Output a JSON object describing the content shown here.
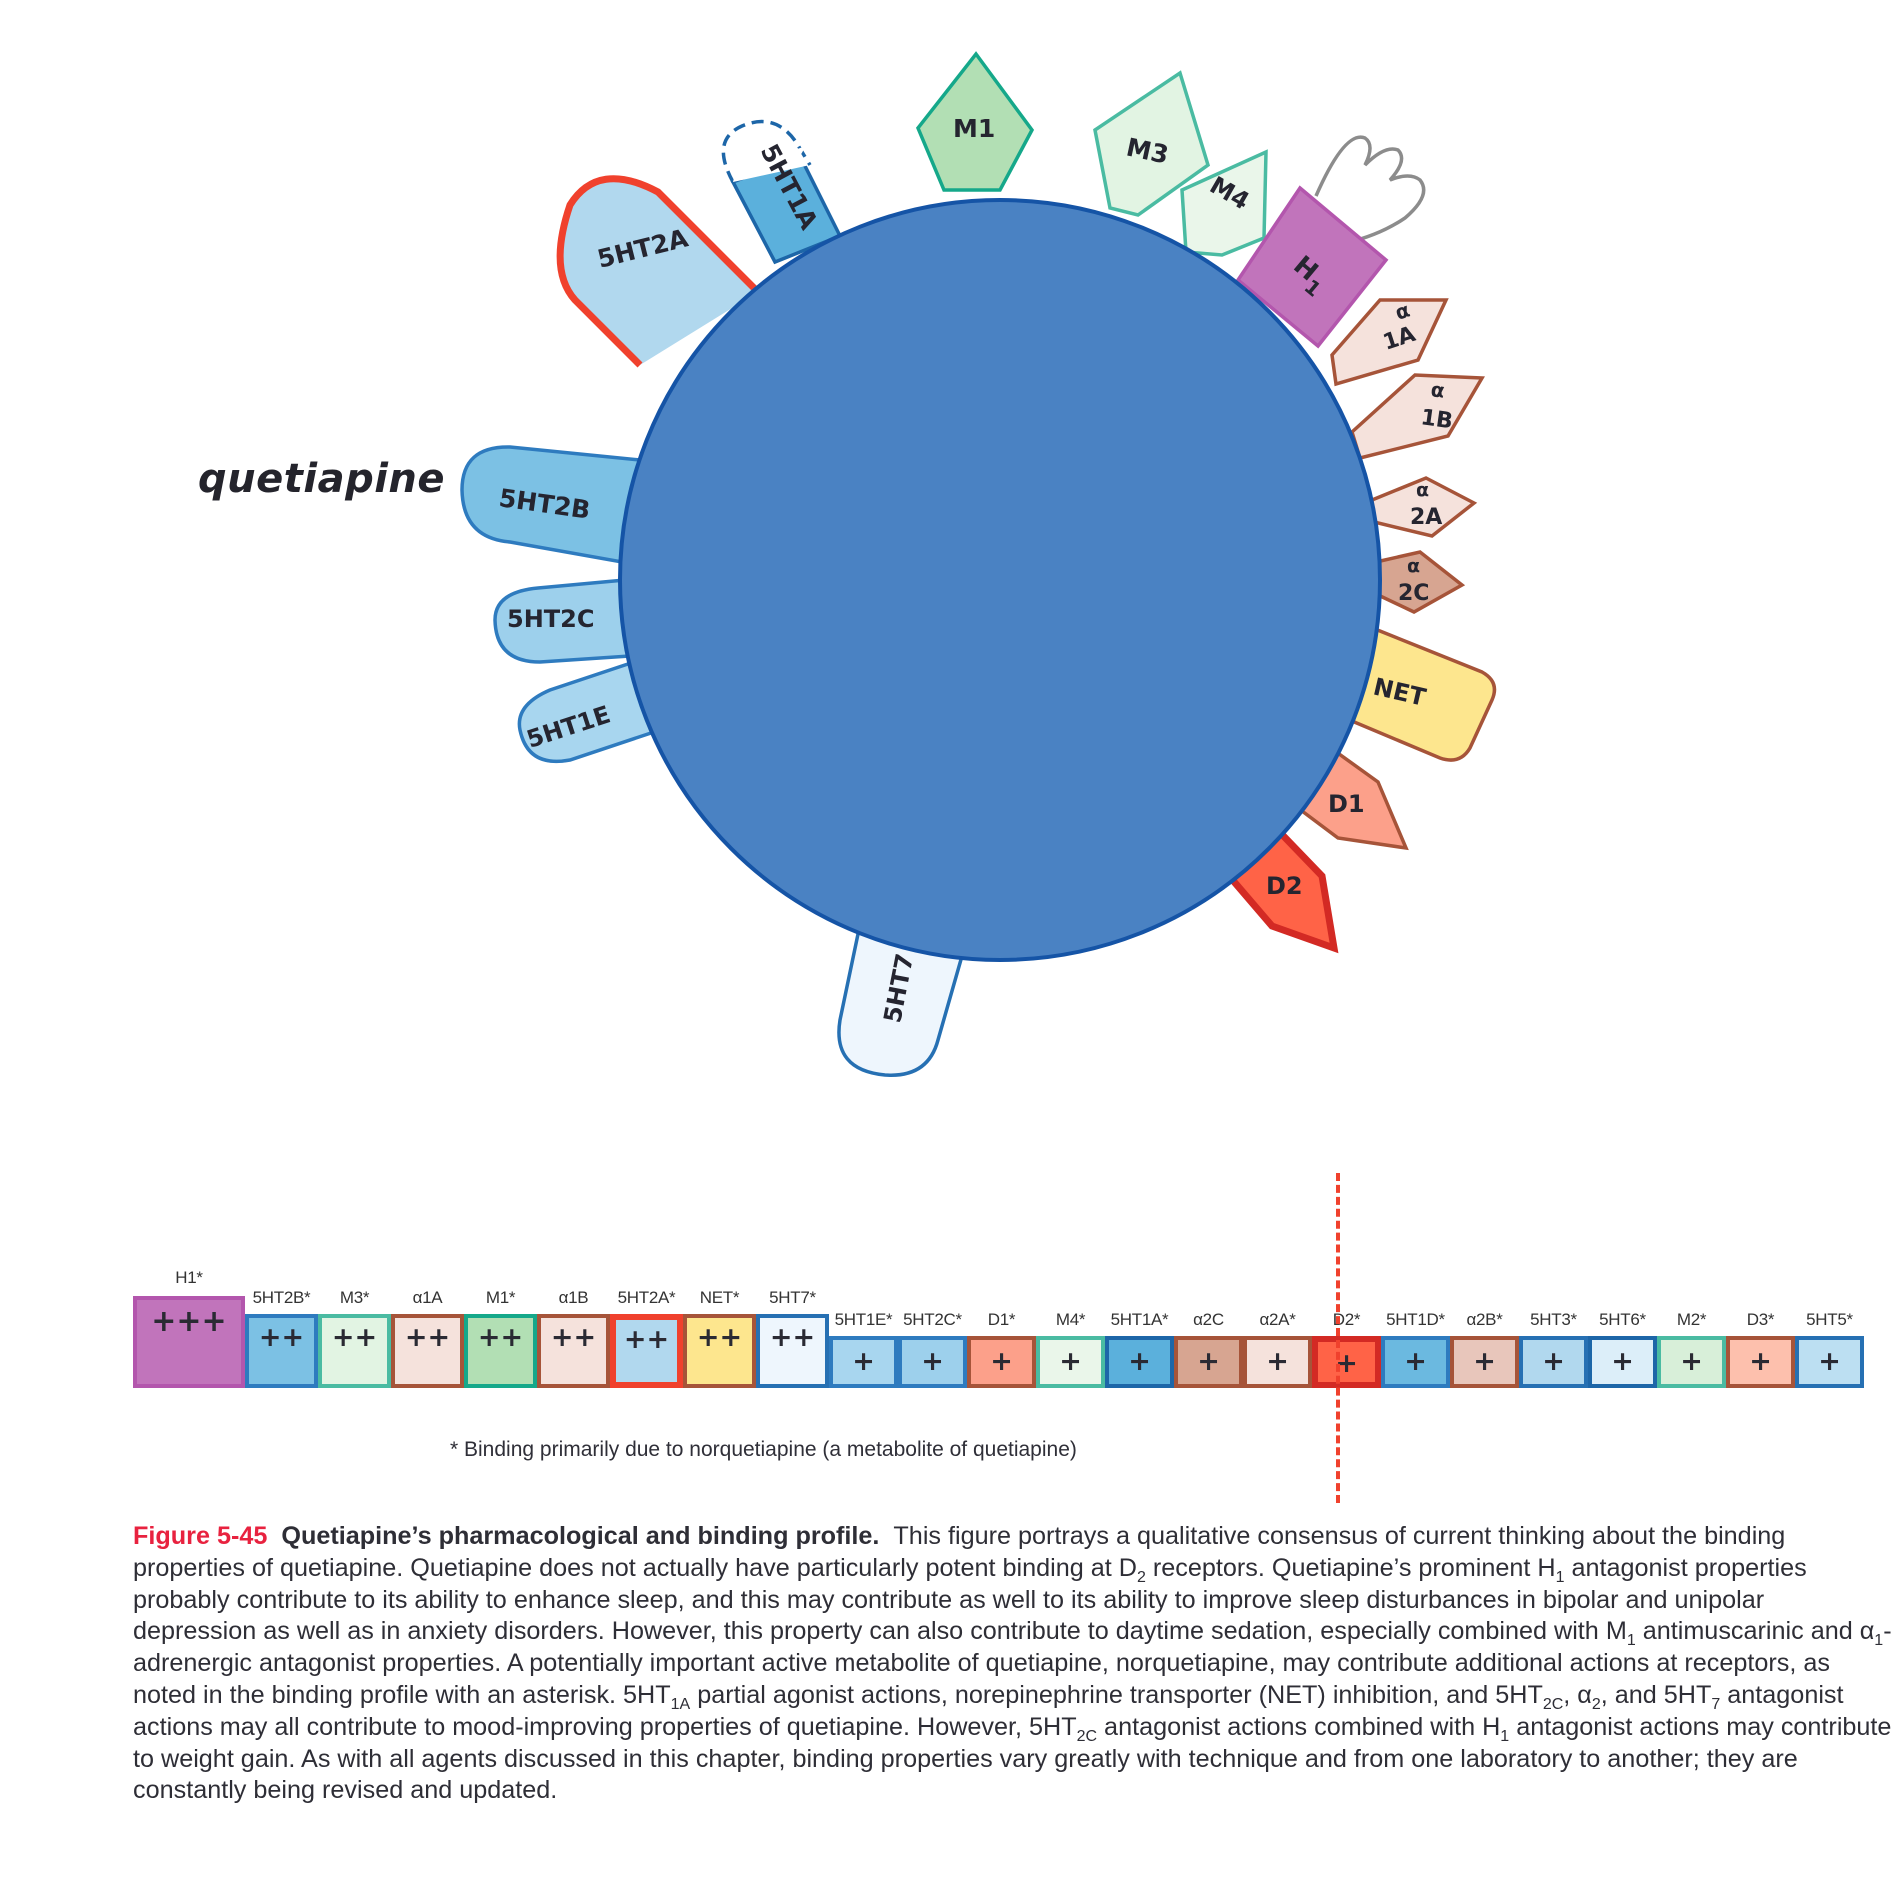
{
  "drug": {
    "name": "quetiapine"
  },
  "colors": {
    "core_fill": "#4a82c3",
    "core_stroke": "#1554a6",
    "highlight_red": "#f0412d",
    "caption_accent": "#e8223f"
  },
  "receptors_ring": [
    {
      "id": "5HT2A",
      "label": "5HT2A",
      "shape": "pill",
      "fill": "#b1d8ee",
      "stroke": "#f0412d",
      "highlight": true
    },
    {
      "id": "5HT1A",
      "label": "5HT1A",
      "shape": "pill-partial",
      "fill": "#5bb0dc",
      "stroke": "#1d66a8",
      "highlight": false
    },
    {
      "id": "M1",
      "label": "M1",
      "shape": "pentagon",
      "fill": "#b2dfb4",
      "stroke": "#15a88a"
    },
    {
      "id": "M3",
      "label": "M3",
      "shape": "pentagon",
      "fill": "#e2f4e3",
      "stroke": "#4abba2"
    },
    {
      "id": "M4",
      "label": "M4",
      "shape": "pentagon",
      "fill": "#eaf6ea",
      "stroke": "#4abba2"
    },
    {
      "id": "H1",
      "label": "H",
      "sub": "1",
      "shape": "square",
      "fill": "#c174bb",
      "stroke": "#b356ad"
    },
    {
      "id": "a1A",
      "label_top": "α",
      "label": "1A",
      "shape": "arrow",
      "fill": "#f5e2dc",
      "stroke": "#a65439"
    },
    {
      "id": "a1B",
      "label_top": "α",
      "label": "1B",
      "shape": "arrow",
      "fill": "#f5e2dc",
      "stroke": "#a65439"
    },
    {
      "id": "a2A",
      "label_top": "α",
      "label": "2A",
      "shape": "arrow",
      "fill": "#f5e2dc",
      "stroke": "#a65439"
    },
    {
      "id": "a2C",
      "label_top": "α",
      "label": "2C",
      "shape": "arrow",
      "fill": "#d7a591",
      "stroke": "#a65439"
    },
    {
      "id": "NET",
      "label": "NET",
      "shape": "rect",
      "fill": "#fde68e",
      "stroke": "#a65439"
    },
    {
      "id": "D1",
      "label": "D1",
      "shape": "arrow",
      "fill": "#fca08a",
      "stroke": "#a65439"
    },
    {
      "id": "D2",
      "label": "D2",
      "shape": "arrow",
      "fill": "#ff6347",
      "stroke": "#d32a24",
      "highlight": true
    },
    {
      "id": "5HT7",
      "label": "5HT7",
      "shape": "pill",
      "fill": "#eef6fd",
      "stroke": "#2670b3"
    },
    {
      "id": "5HT1E",
      "label": "5HT1E",
      "shape": "pill",
      "fill": "#a8d6ef",
      "stroke": "#2e7bbf"
    },
    {
      "id": "5HT2C",
      "label": "5HT2C",
      "shape": "pill",
      "fill": "#9dd0ec",
      "stroke": "#2e7bbf"
    },
    {
      "id": "5HT2B",
      "label": "5HT2B",
      "shape": "pill",
      "fill": "#7cc1e4",
      "stroke": "#2e7bbf"
    }
  ],
  "binding_profile": [
    {
      "label": "H1*",
      "strength": "+++",
      "level": 3,
      "fill": "#c174bb",
      "stroke": "#b356ad"
    },
    {
      "label": "5HT2B*",
      "strength": "++",
      "level": 2,
      "fill": "#7cc1e4",
      "stroke": "#2e7bbf"
    },
    {
      "label": "M3*",
      "strength": "++",
      "level": 2,
      "fill": "#e2f4e3",
      "stroke": "#4abba2"
    },
    {
      "label": "α1A",
      "strength": "++",
      "level": 2,
      "fill": "#f5e2dc",
      "stroke": "#a65439"
    },
    {
      "label": "M1*",
      "strength": "++",
      "level": 2,
      "fill": "#b2dfb4",
      "stroke": "#15a88a"
    },
    {
      "label": "α1B",
      "strength": "++",
      "level": 2,
      "fill": "#f5e2dc",
      "stroke": "#a65439"
    },
    {
      "label": "5HT2A*",
      "strength": "++",
      "level": 2,
      "fill": "#b1d8ee",
      "stroke": "#f0412d",
      "highlight": true
    },
    {
      "label": "NET*",
      "strength": "++",
      "level": 2,
      "fill": "#fde68e",
      "stroke": "#a65439"
    },
    {
      "label": "5HT7*",
      "strength": "++",
      "level": 2,
      "fill": "#eef6fd",
      "stroke": "#2670b3"
    },
    {
      "label": "5HT1E*",
      "strength": "+",
      "level": 1,
      "fill": "#a8d6ef",
      "stroke": "#2e7bbf"
    },
    {
      "label": "5HT2C*",
      "strength": "+",
      "level": 1,
      "fill": "#9dd0ec",
      "stroke": "#2e7bbf"
    },
    {
      "label": "D1*",
      "strength": "+",
      "level": 1,
      "fill": "#fca08a",
      "stroke": "#a65439"
    },
    {
      "label": "M4*",
      "strength": "+",
      "level": 1,
      "fill": "#eaf6ea",
      "stroke": "#4abba2"
    },
    {
      "label": "5HT1A*",
      "strength": "+",
      "level": 1,
      "fill": "#5bb0dc",
      "stroke": "#1d66a8"
    },
    {
      "label": "α2C",
      "strength": "+",
      "level": 1,
      "fill": "#d7a591",
      "stroke": "#a65439"
    },
    {
      "label": "α2A*",
      "strength": "+",
      "level": 1,
      "fill": "#f5e2dc",
      "stroke": "#a65439"
    },
    {
      "label": "D2*",
      "strength": "+",
      "level": 1,
      "fill": "#ff6347",
      "stroke": "#d32a24",
      "highlight": true
    },
    {
      "label": "5HT1D*",
      "strength": "+",
      "level": 1,
      "fill": "#6bb9e0",
      "stroke": "#2e7bbf"
    },
    {
      "label": "α2B*",
      "strength": "+",
      "level": 1,
      "fill": "#e8c6bb",
      "stroke": "#a65439"
    },
    {
      "label": "5HT3*",
      "strength": "+",
      "level": 1,
      "fill": "#b1d8ee",
      "stroke": "#2670b3"
    },
    {
      "label": "5HT6*",
      "strength": "+",
      "level": 1,
      "fill": "#dceef9",
      "stroke": "#1d66a8"
    },
    {
      "label": "M2*",
      "strength": "+",
      "level": 1,
      "fill": "#d8efd9",
      "stroke": "#4abba2"
    },
    {
      "label": "D3*",
      "strength": "+",
      "level": 1,
      "fill": "#fdc0ad",
      "stroke": "#a65439"
    },
    {
      "label": "5HT5*",
      "strength": "+",
      "level": 1,
      "fill": "#bcdff2",
      "stroke": "#2670b3"
    }
  ],
  "footnote": "* Binding primarily due to norquetiapine (a metabolite of quetiapine)",
  "caption": {
    "figure_number": "Figure 5-45",
    "figure_title": "Quetiapine’s pharmacological and binding profile.",
    "s1": "This figure portrays a qualitative consensus of current thinking about the binding properties of quetiapine. Quetiapine does not actually have particularly potent binding at D",
    "sub_2a": "2",
    "s2": " receptors. Quetiapine’s prominent H",
    "sub_1a": "1",
    "s3": " antagonist properties probably contribute to its ability to enhance sleep, and this may contribute as well to its ability to improve sleep disturbances in bipolar and unipolar depression as well as in anxiety disorders. However, this property can also contribute to daytime sedation, especially combined with M",
    "sub_1b": "1",
    "s4": " antimuscarinic and α",
    "sub_1c": "1",
    "s5": "-adrenergic antagonist properties. A potentially important active metabolite of quetiapine, norquetiapine, may contribute additional actions at receptors, as noted in the binding profile with an asterisk. 5HT",
    "sub_1A": "1A",
    "s6": " partial agonist actions, norepinephrine transporter (NET) inhibition, and 5HT",
    "sub_2C": "2C",
    "s7": ", α",
    "sub_2b": "2",
    "s8": ", and 5HT",
    "sub_7": "7",
    "s9": " antagonist actions may all contribute to mood-improving properties of quetiapine. However, 5HT",
    "sub_2C2": "2C",
    "s10": " antagonist actions combined with H",
    "sub_1d": "1",
    "s11": " antagonist actions may contribute to weight gain. As with all agents discussed in this chapter, binding properties vary greatly with technique and from one laboratory to another; they are constantly being revised and updated."
  }
}
